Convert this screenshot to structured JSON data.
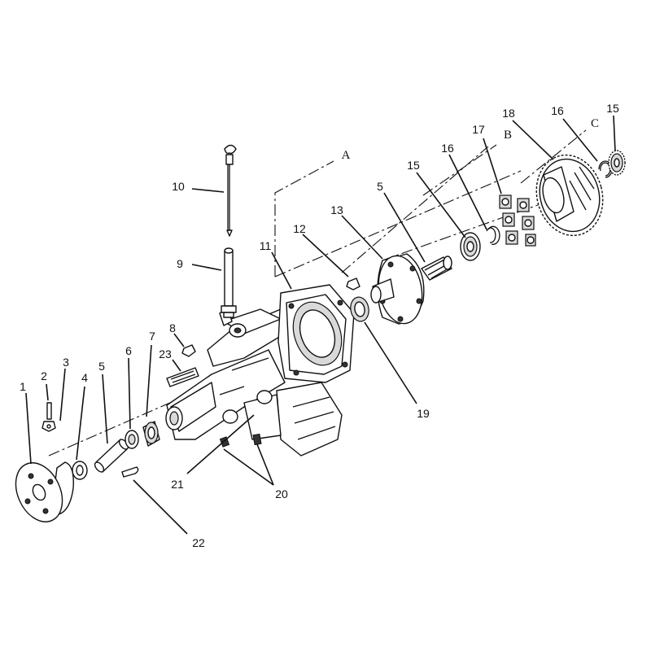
{
  "callouts": [
    {
      "id": "1",
      "text": "1"
    },
    {
      "id": "2",
      "text": "2"
    },
    {
      "id": "3",
      "text": "3"
    },
    {
      "id": "4",
      "text": "4"
    },
    {
      "id": "5a",
      "text": "5"
    },
    {
      "id": "6",
      "text": "6"
    },
    {
      "id": "7",
      "text": "7"
    },
    {
      "id": "8",
      "text": "8"
    },
    {
      "id": "9",
      "text": "9"
    },
    {
      "id": "10",
      "text": "10"
    },
    {
      "id": "11",
      "text": "11"
    },
    {
      "id": "12",
      "text": "12"
    },
    {
      "id": "13",
      "text": "13"
    },
    {
      "id": "5b",
      "text": "5"
    },
    {
      "id": "15a",
      "text": "15"
    },
    {
      "id": "16a",
      "text": "16"
    },
    {
      "id": "17",
      "text": "17"
    },
    {
      "id": "18",
      "text": "18"
    },
    {
      "id": "16b",
      "text": "16"
    },
    {
      "id": "15b",
      "text": "15"
    },
    {
      "id": "19",
      "text": "19"
    },
    {
      "id": "20",
      "text": "20"
    },
    {
      "id": "21",
      "text": "21"
    },
    {
      "id": "22",
      "text": "22"
    },
    {
      "id": "23",
      "text": "23"
    }
  ],
  "axis_letters": {
    "a": "A",
    "b": "B",
    "c": "C"
  }
}
